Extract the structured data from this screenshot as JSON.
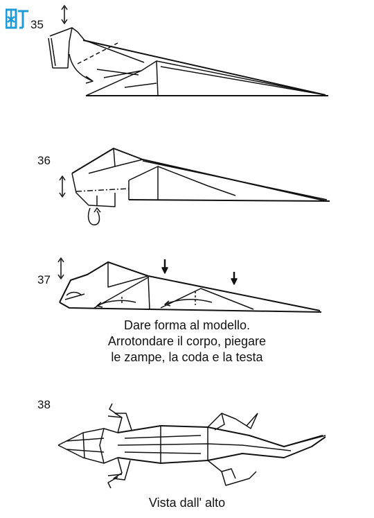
{
  "steps": [
    {
      "number": "35"
    },
    {
      "number": "36"
    },
    {
      "number": "37"
    },
    {
      "number": "38"
    }
  ],
  "captions": {
    "step37": {
      "line1": "Dare forma al modello.",
      "line2": "Arrotondare il corpo, piegare",
      "line3": "le zampe, la coda e la testa"
    },
    "step38": "Vista dall' alto"
  },
  "colors": {
    "logo_blue": "#1e9ad6",
    "line": "#111111"
  }
}
